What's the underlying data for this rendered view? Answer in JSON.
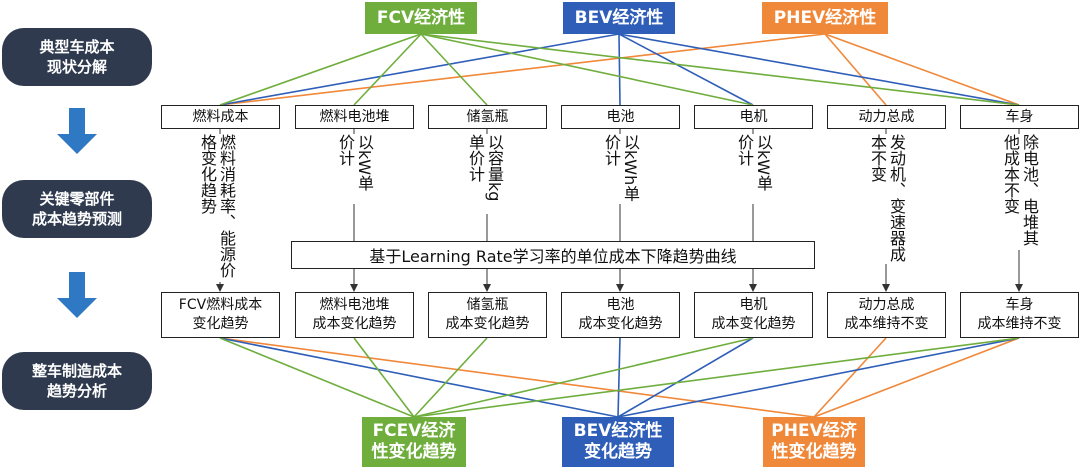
{
  "steps": [
    {
      "label": "典型车成本\n现状分解"
    },
    {
      "label": "关键零部件\n成本趋势预测"
    },
    {
      "label": "整车制造成本\n趋势分析"
    }
  ],
  "top_headers": [
    {
      "label": "FCV经济性",
      "color": "#6fae3d"
    },
    {
      "label": "BEV经济性",
      "color": "#2f5eb8"
    },
    {
      "label": "PHEV经济性",
      "color": "#f0883a"
    }
  ],
  "components": [
    {
      "label": "燃料成本",
      "drivers": "燃料消耗率、能源价格变化趋势",
      "trend": "FCV燃料成本\n变化趋势"
    },
    {
      "label": "燃料电池堆",
      "drivers": "以kW单价计",
      "trend": "燃料电池堆\n成本变化趋势"
    },
    {
      "label": "储氢瓶",
      "drivers": "以容量kg单价计",
      "trend": "储氢瓶\n成本变化趋势"
    },
    {
      "label": "电池",
      "drivers": "以kWh单价计",
      "trend": "电池\n成本变化趋势"
    },
    {
      "label": "电机",
      "drivers": "以kW单价计",
      "trend": "电机\n成本变化趋势"
    },
    {
      "label": "动力总成",
      "drivers": "发动机、变速器成本不变",
      "trend": "动力总成\n成本维持不变"
    },
    {
      "label": "车身",
      "drivers": "除电池、电堆其他成本不变",
      "trend": "车身\n成本维持不变"
    }
  ],
  "learning_rate_band": "基于Learning Rate学习率的单位成本下降趋势曲线",
  "bottom_headers": [
    {
      "label": "FCEV经济\n性变化趋势",
      "color": "#6fae3d"
    },
    {
      "label": "BEV经济性\n变化趋势",
      "color": "#2f5eb8"
    },
    {
      "label": "PHEV经济\n性变化趋势",
      "color": "#f0883a"
    }
  ],
  "links": {
    "fcv": [
      0,
      1,
      2,
      4,
      6
    ],
    "bev": [
      0,
      3,
      4,
      6
    ],
    "phev": [
      0,
      5,
      6
    ]
  },
  "icons": {
    "step_arrow": "down-arrow-icon"
  }
}
